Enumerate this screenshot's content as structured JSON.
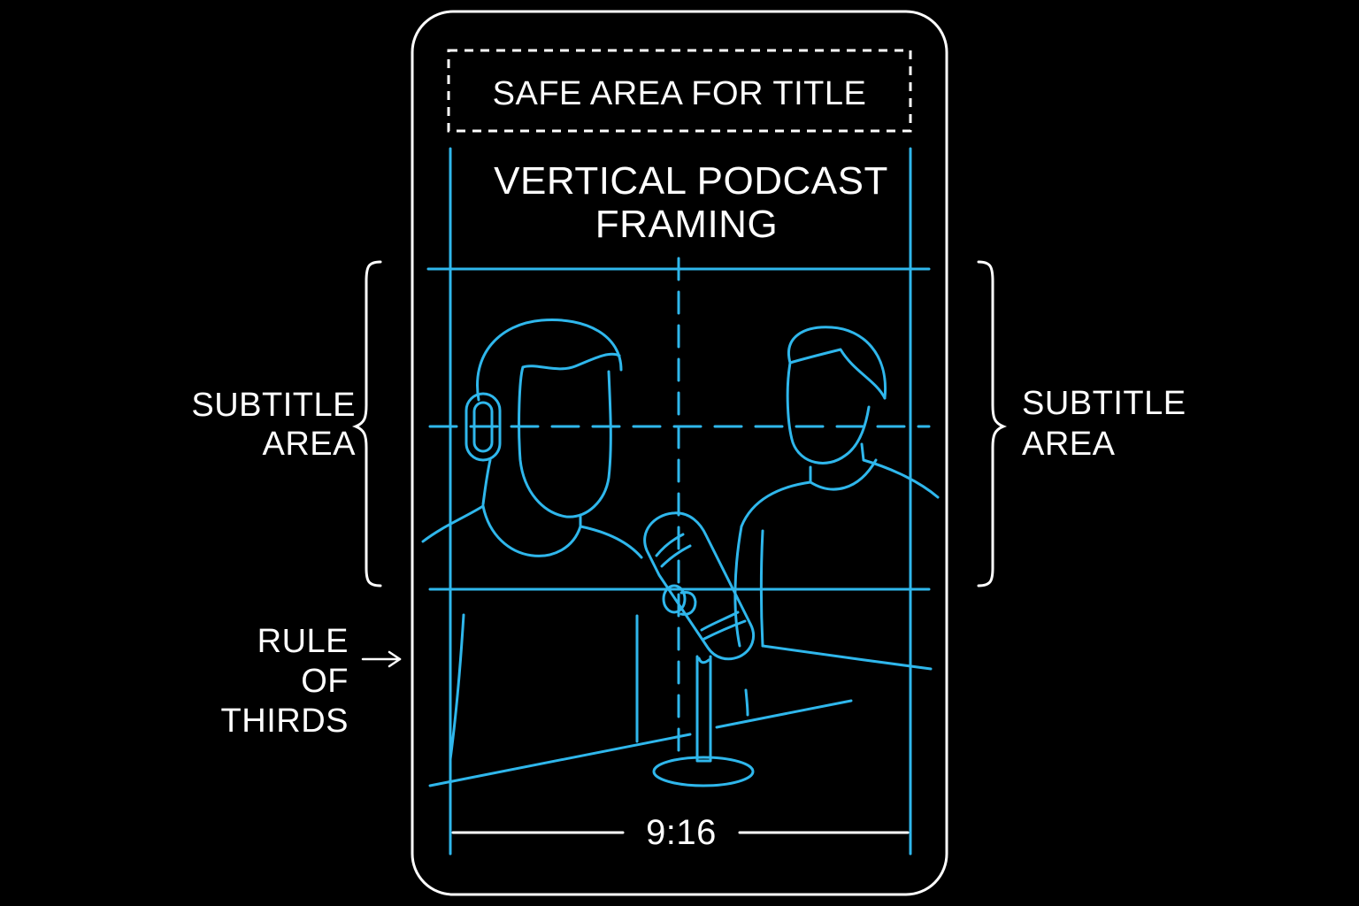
{
  "colors": {
    "background": "#000000",
    "frame": "#ffffff",
    "guide_blue": "#2fb7ec",
    "text": "#ffffff"
  },
  "title_safe_area": {
    "label": "SAFE AREA FOR TITLE"
  },
  "main_title": {
    "line1": "VERTICAL PODCAST",
    "line2": "FRAMING"
  },
  "left_subtitle": {
    "line1": "SUBTITLE",
    "line2": "AREA"
  },
  "right_subtitle": {
    "line1": "SUBTITLE",
    "line2": "AREA"
  },
  "rule_of_thirds": {
    "line1": "RULE",
    "line2": "OF",
    "line3": "THIRDS"
  },
  "aspect_ratio": {
    "label": "9:16"
  },
  "icons": {
    "host": "person-with-headphones-icon",
    "guest": "person-icon",
    "microphone": "microphone-icon",
    "arrow": "arrow-right-icon",
    "brace": "curly-brace-icon"
  }
}
